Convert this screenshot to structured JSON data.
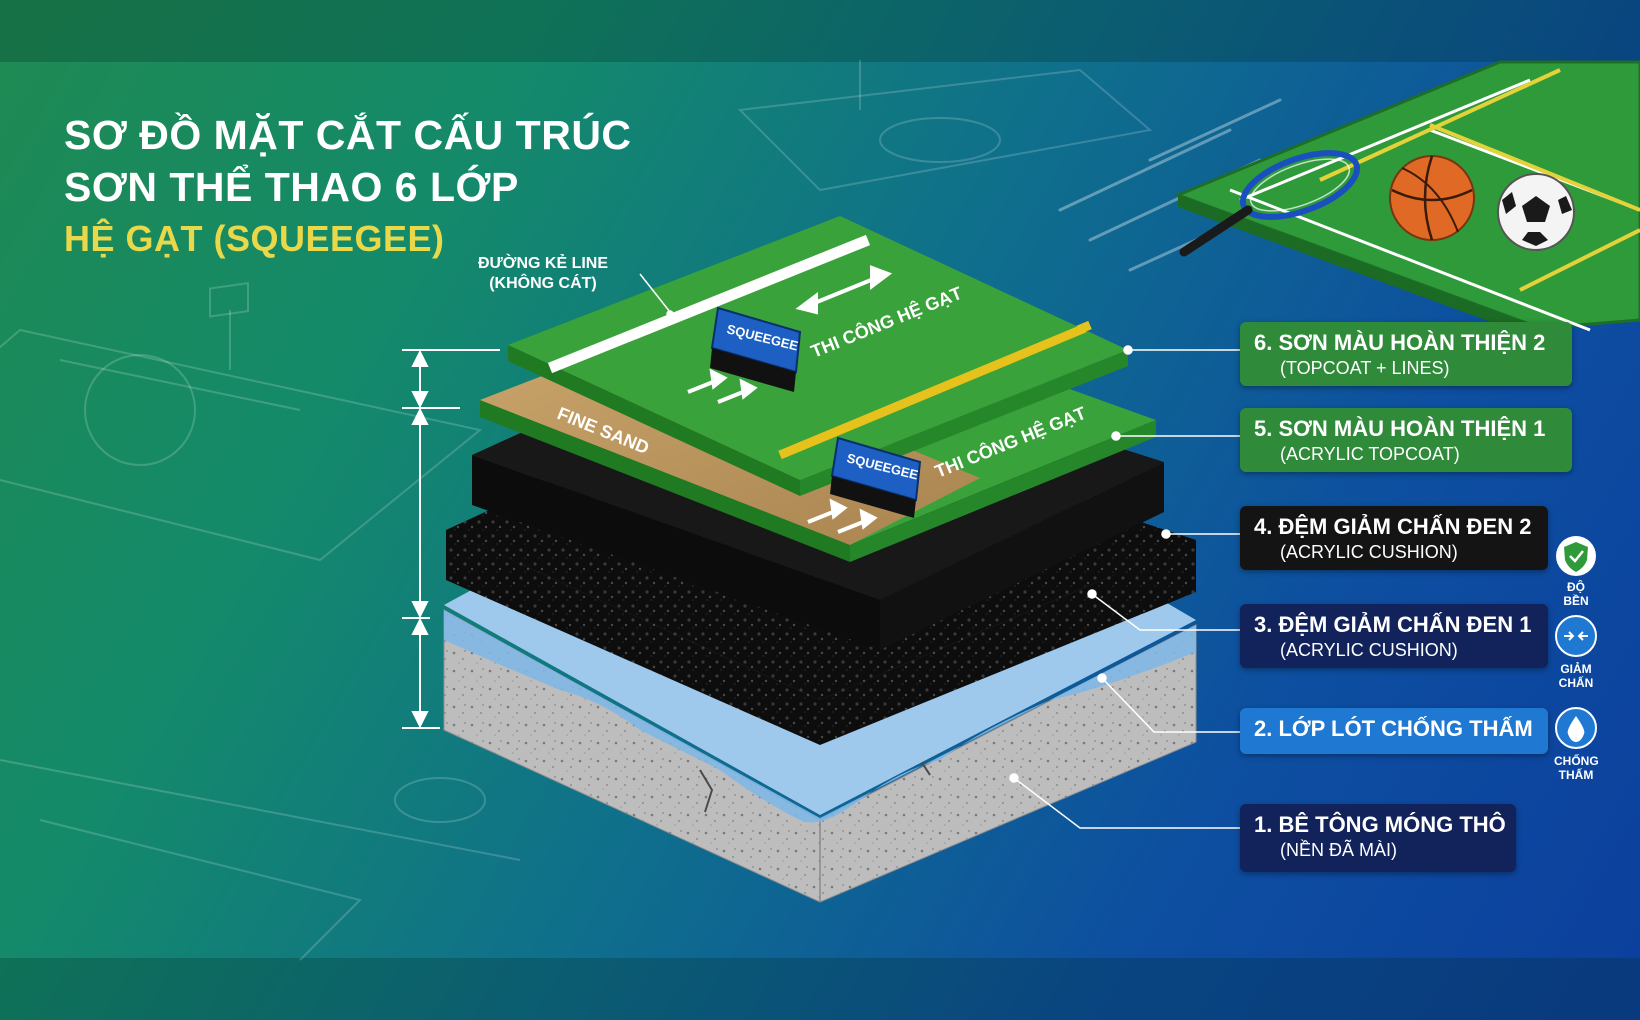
{
  "title": {
    "line1": "SƠ ĐỒ MẶT CẮT CẤU TRÚC",
    "line2": "SƠN THỂ THAO 6 LỚP",
    "line3": "HỆ GẠT (SQUEEGEE)"
  },
  "line_callout": {
    "line1": "ĐƯỜNG KẺ LINE",
    "line2": "(KHÔNG CÁT)"
  },
  "diagram_text": {
    "squeegee_top": "SQUEEGEE",
    "squeegee_mid": "SQUEEGEE",
    "apply_top": "THI CÔNG HỆ GẠT",
    "apply_mid": "THI CÔNG HỆ GẠT",
    "fine_sand": "FINE SAND"
  },
  "layers": [
    {
      "main": "6. SƠN MÀU HOÀN THIỆN 2",
      "sub": "(TOPCOAT + LINES)",
      "color": "#2f8a3a"
    },
    {
      "main": "5. SƠN MÀU HOÀN THIỆN 1",
      "sub": "(ACRYLIC TOPCOAT)",
      "color": "#2f8a3a"
    },
    {
      "main": "4. ĐỆM GIẢM CHẤN ĐEN 2",
      "sub": "(ACRYLIC CUSHION)",
      "color": "#141414"
    },
    {
      "main": "3. ĐỆM GIẢM CHẤN ĐEN 1",
      "sub": "(ACRYLIC CUSHION)",
      "color": "#12235c"
    },
    {
      "main": "2. LỚP LÓT CHỐNG THẤM",
      "sub": "",
      "color": "#1f78d2"
    },
    {
      "main": "1. BÊ TÔNG MÓNG THÔ",
      "sub": "(NỀN ĐÃ MÀI)",
      "color": "#12235c"
    }
  ],
  "icons": [
    {
      "name": "shield-check-icon",
      "label1": "ĐỘ BỀN",
      "label2": ""
    },
    {
      "name": "shock-absorb-icon",
      "label1": "GIẢM",
      "label2": "CHẤN"
    },
    {
      "name": "water-drop-icon",
      "label1": "CHỐNG",
      "label2": "THẤM"
    }
  ]
}
